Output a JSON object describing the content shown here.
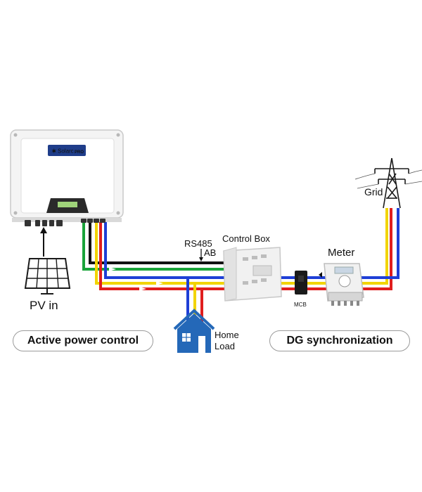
{
  "inverter": {
    "logo_text": "Solarc",
    "logo_badge": "PRO"
  },
  "labels": {
    "pv_in": "PV in",
    "rs485": "RS485",
    "ab": "AB",
    "control_box": "Control Box",
    "meter": "Meter",
    "mcb": "MCB",
    "grid": "Grid",
    "home": "Home",
    "load": "Load"
  },
  "buttons": {
    "active_power_control": "Active power control",
    "dg_synchronization": "DG synchronization"
  },
  "colors": {
    "wire_green": "#1aa33a",
    "wire_black": "#111111",
    "wire_yellow": "#f2d400",
    "wire_red": "#e01e1e",
    "wire_blue": "#1e3fd6",
    "house_blue": "#2468b8"
  }
}
